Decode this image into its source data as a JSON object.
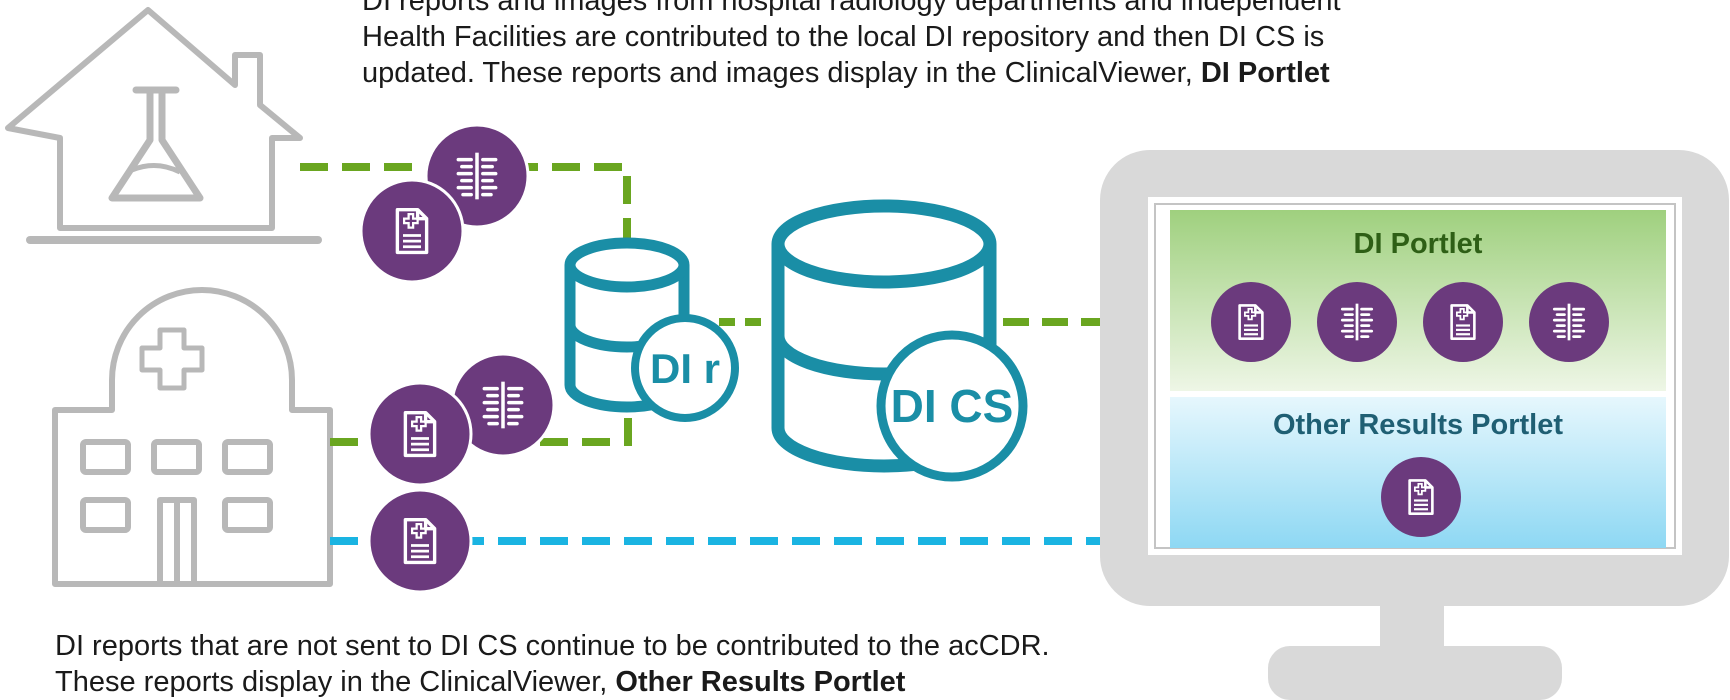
{
  "captions": {
    "top": {
      "line1": "DI reports and images from hospital radiology departments and independent",
      "line2": "Health Facilities are contributed to the local DI repository and then DI CS is",
      "line3_plain": "updated. These reports and images display in the ClinicalViewer, ",
      "line3_bold": "DI Portlet"
    },
    "bottom": {
      "line1": "DI reports that are not sent to DI CS continue to be contributed to the acCDR.",
      "line2_plain": "These reports display in the ClinicalViewer, ",
      "line2_bold": "Other Results Portlet"
    }
  },
  "sources": {
    "facility": {
      "icon": "lab-house-icon"
    },
    "hospital": {
      "icon": "hospital-building-icon"
    }
  },
  "repositories": {
    "local": {
      "label": "DI r"
    },
    "central": {
      "label": "DI CS"
    }
  },
  "viewer": {
    "di_portlet": {
      "title": "DI Portlet",
      "items": [
        "report-icon",
        "image-icon",
        "report-icon",
        "image-icon"
      ]
    },
    "other_portlet": {
      "title": "Other Results Portlet",
      "items": [
        "report-icon"
      ]
    }
  },
  "colors": {
    "purple": "#6b3a7d",
    "teal": "#1a8ea6",
    "green_arrow": "#6aa620",
    "blue_arrow": "#1ab4e2",
    "gray_icon": "#b8b8b8",
    "monitor": "#d9d9d9",
    "portlet_title_green": "#2e5f16",
    "portlet_title_blue": "#1f5f73"
  }
}
